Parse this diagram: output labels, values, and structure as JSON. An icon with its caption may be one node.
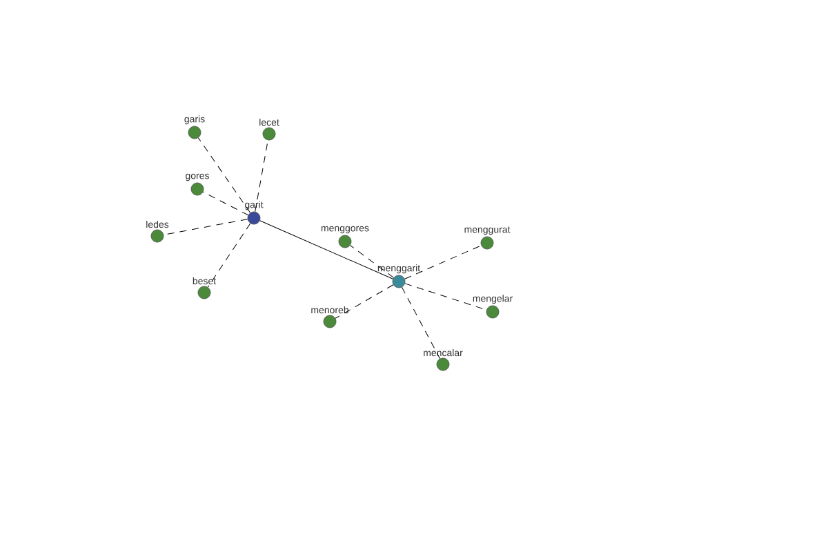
{
  "diagram": {
    "nodes": [
      {
        "text": [
          "garit"
        ]
      },
      {
        "text": [
          "garis"
        ]
      },
      {
        "text": [
          "lecet"
        ]
      },
      {
        "text": [
          "gores"
        ]
      },
      {
        "text": [
          "ledes"
        ]
      },
      {
        "text": [
          "beset"
        ]
      },
      {
        "text": [
          "menggarit"
        ]
      },
      {
        "text": [
          "menggores"
        ]
      },
      {
        "text": [
          "menggurat"
        ]
      },
      {
        "text": [
          "menoreb"
        ]
      },
      {
        "text": [
          "mengelar"
        ]
      },
      {
        "text": [
          "mencalar"
        ]
      }
    ],
    "edges": [
      {
        "from": 0,
        "to": 6,
        "arrow": "none"
      },
      {
        "from": 0,
        "to": 1,
        "arrow": "none",
        "style": "dashed"
      },
      {
        "from": 0,
        "to": 2,
        "arrow": "none",
        "style": "dashed"
      },
      {
        "from": 0,
        "to": 3,
        "arrow": "none",
        "style": "dashed"
      },
      {
        "from": 0,
        "to": 4,
        "arrow": "none",
        "style": "dashed"
      },
      {
        "from": 0,
        "to": 5,
        "arrow": "none",
        "style": "dashed"
      },
      {
        "from": 6,
        "to": 7,
        "arrow": "none",
        "style": "dashed"
      },
      {
        "from": 6,
        "to": 8,
        "arrow": "none",
        "style": "dashed"
      },
      {
        "from": 6,
        "to": 9,
        "arrow": "none",
        "style": "dashed"
      },
      {
        "from": 6,
        "to": 10,
        "arrow": "none",
        "style": "dashed"
      },
      {
        "from": 6,
        "to": 11,
        "arrow": "none",
        "style": "dashed"
      }
    ]
  }
}
